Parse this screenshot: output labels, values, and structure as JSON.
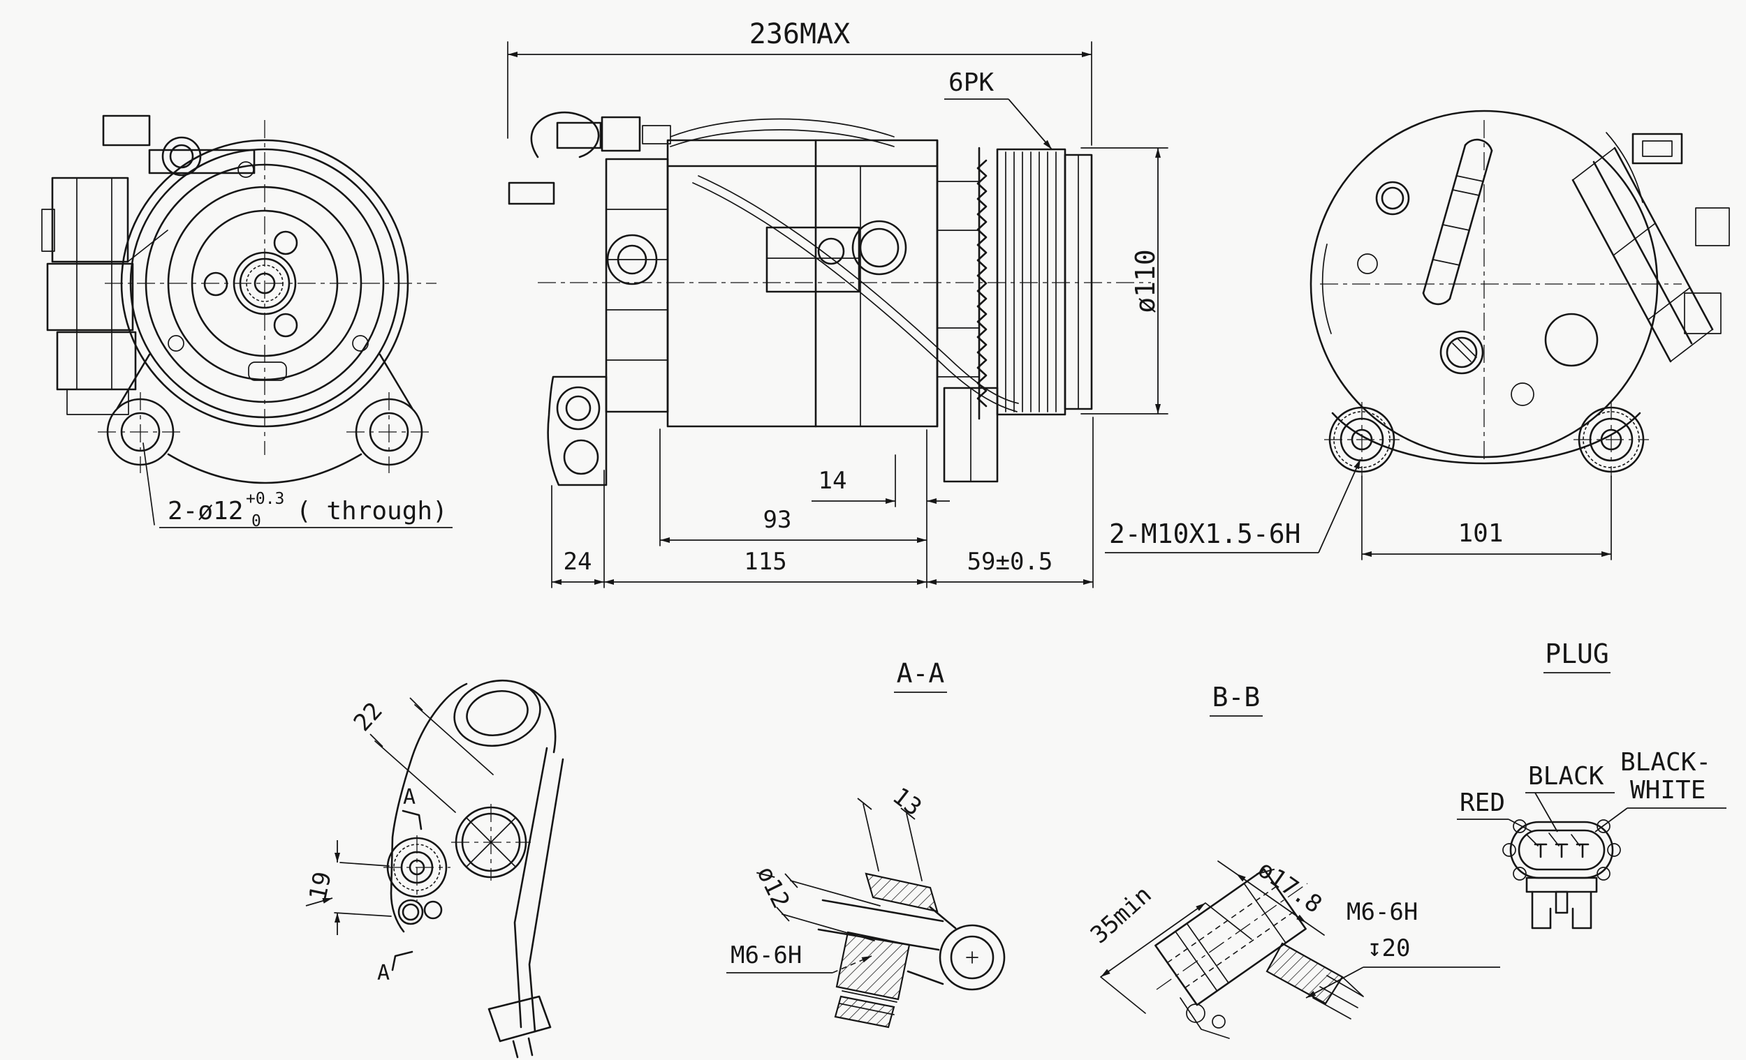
{
  "colors": {
    "background": "#f8f8f7",
    "line": "#161616"
  },
  "views": {
    "front": {
      "hole_callout_qty_dia": "2-ø12",
      "hole_callout_tol_upper": "+0.3",
      "hole_callout_tol_lower": "0",
      "hole_callout_note": "( through)"
    },
    "side": {
      "dim_overall_length": "236MAX",
      "belt_label": "6PK",
      "dim_pulley_dia": "ø110",
      "dim_14": "14",
      "dim_93": "93",
      "dim_24": "24",
      "dim_115": "115",
      "dim_59": "59±0.5"
    },
    "rear": {
      "thread_callout": "2-M10X1.5-6H",
      "dim_mount_spacing": "101"
    },
    "bracket": {
      "dim_22": "22",
      "dim_19": "19",
      "section_marker_top": "A",
      "section_marker_bottom": "A"
    },
    "section_aa": {
      "title": "A-A",
      "dim_13": "13",
      "dim_dia12": "ø12",
      "thread_callout": "M6-6H"
    },
    "section_bb": {
      "title": "B-B",
      "dim_35min": "35min",
      "dim_dia178": "ø17.8",
      "thread_callout": "M6-6H",
      "depth_callout": "↧20"
    },
    "plug": {
      "title": "PLUG",
      "pin_red": "RED",
      "pin_black": "BLACK",
      "pin_black_white_line1": "BLACK-",
      "pin_black_white_line2": "WHITE"
    }
  }
}
